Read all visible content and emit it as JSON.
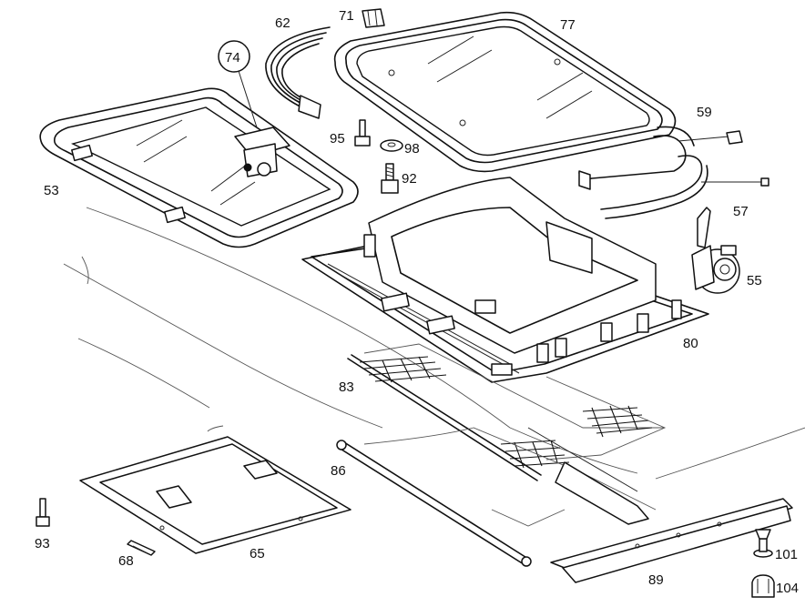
{
  "labels": {
    "p53": "53",
    "p55": "55",
    "p57": "57",
    "p59": "59",
    "p62": "62",
    "p65": "65",
    "p68": "68",
    "p71": "71",
    "p74": "74",
    "p77": "77",
    "p80": "80",
    "p83": "83",
    "p86": "86",
    "p89": "89",
    "p92": "92",
    "p93": "93",
    "p95": "95",
    "p98": "98",
    "p101": "101",
    "p104": "104"
  }
}
